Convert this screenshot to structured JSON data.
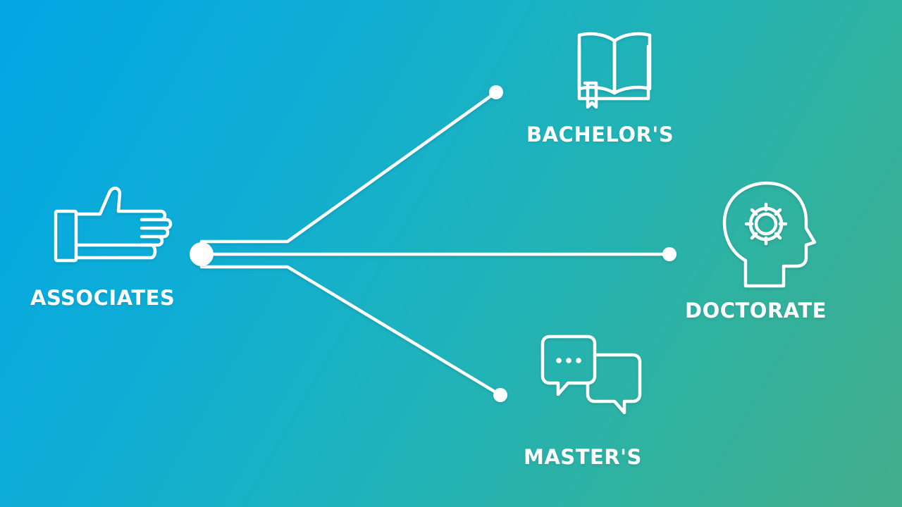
{
  "nodes": {
    "associates": {
      "label": "ASSOCIATES",
      "icon": "hand-icon"
    },
    "bachelors": {
      "label": "BACHELOR'S",
      "icon": "book-icon"
    },
    "doctorate": {
      "label": "DOCTORATE",
      "icon": "head-gear-icon"
    },
    "masters": {
      "label": "MASTER'S",
      "icon": "speech-bubbles-icon"
    }
  },
  "colors": {
    "gradient_start": "#04a6e4",
    "gradient_end": "#43ad8a",
    "line": "#ffffff"
  }
}
